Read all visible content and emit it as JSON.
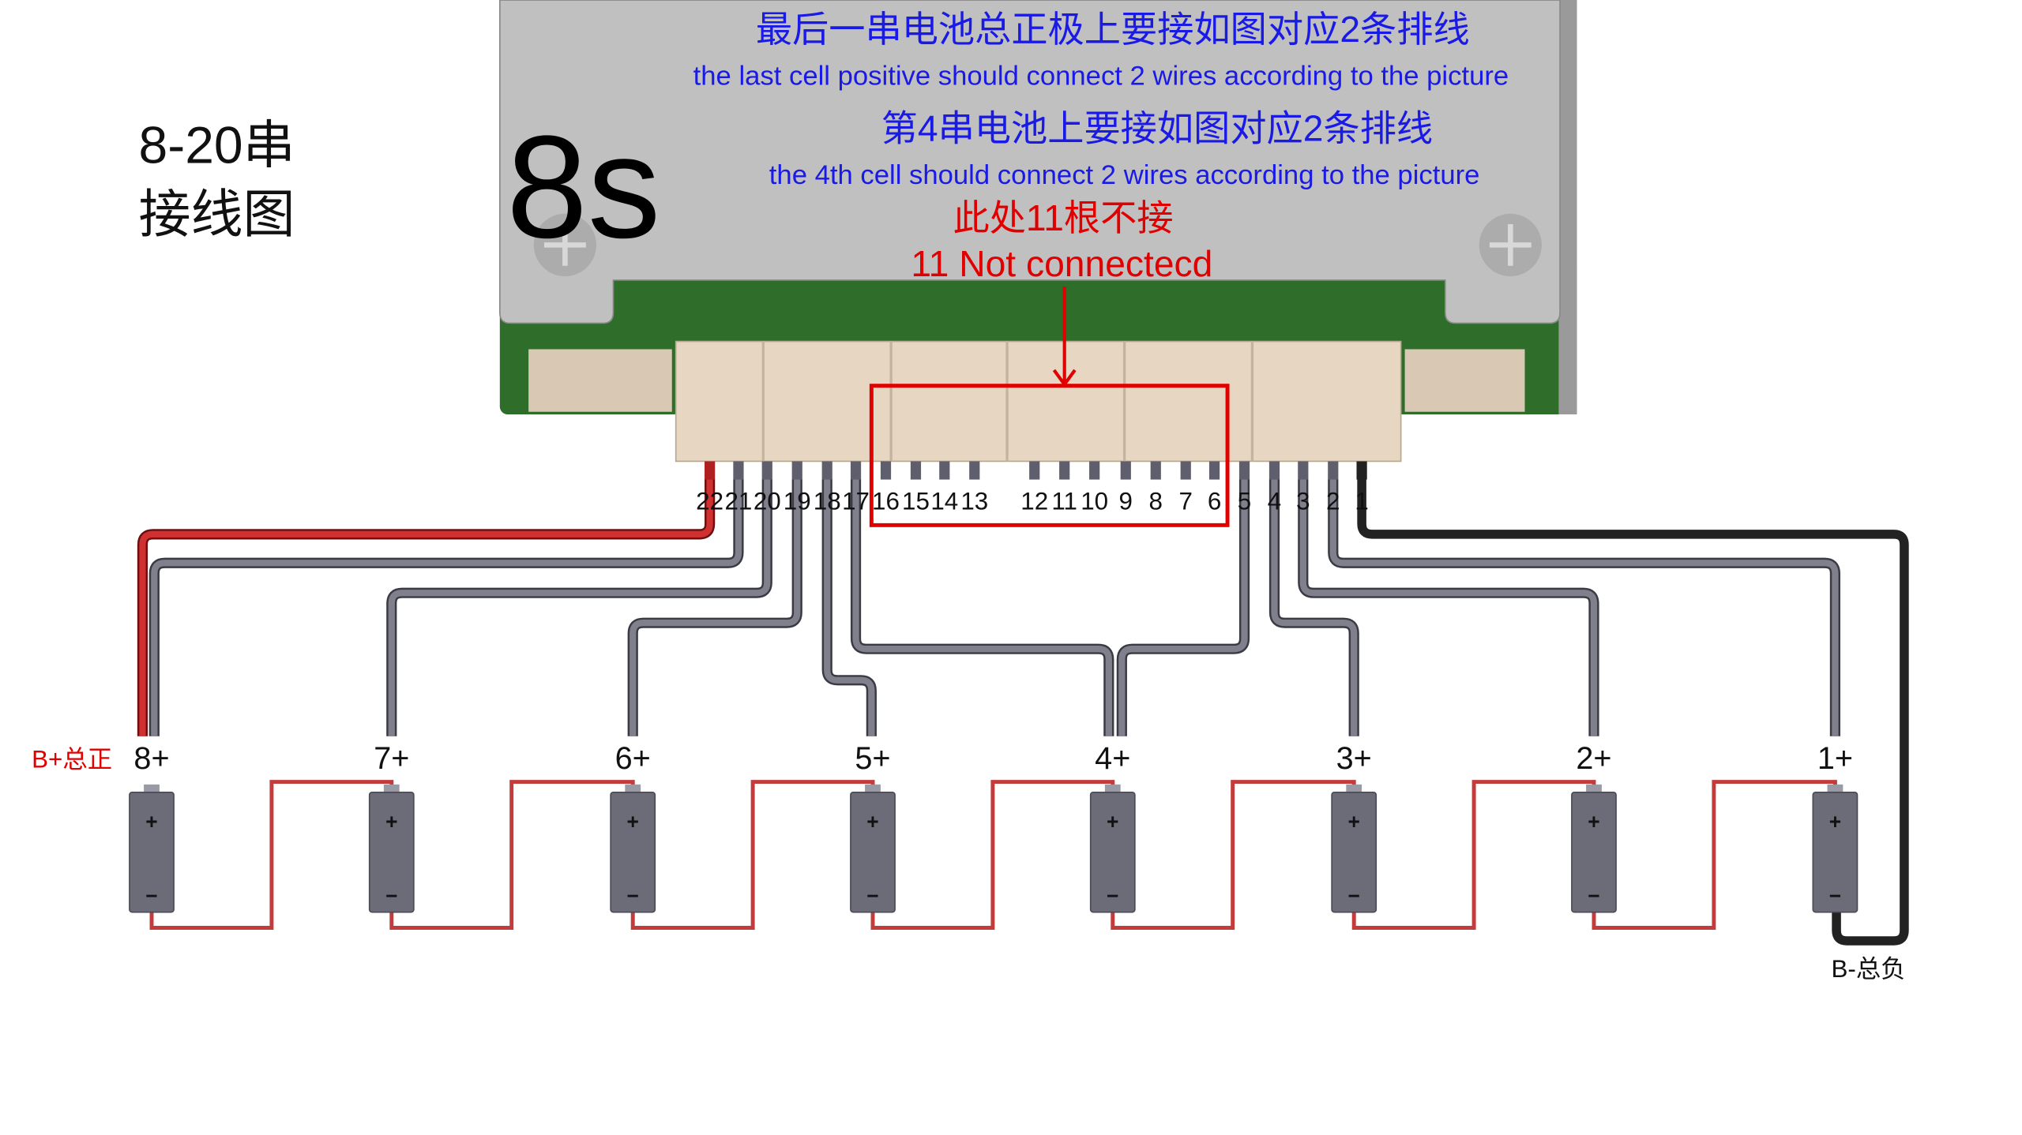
{
  "title": {
    "line1": "8-20串",
    "line2": "接线图"
  },
  "board": {
    "model": "8s",
    "note_cn_1": "最后一串电池总正极上要接如图对应2条排线",
    "note_en_1": "the last cell positive should connect 2 wires according to the picture",
    "note_cn_2": "第4串电池上要接如图对应2条排线",
    "note_en_2": "the 4th cell should connect 2 wires according to the picture",
    "warn_cn": "此处11根不接",
    "warn_en": "11 Not connectecd"
  },
  "pins": [
    "22",
    "21",
    "20",
    "19",
    "18",
    "17",
    "16",
    "15",
    "14",
    "13",
    "12",
    "11",
    "10",
    "9",
    "8",
    "7",
    "6",
    "5",
    "4",
    "3",
    "2",
    "1"
  ],
  "batteries": [
    "8+",
    "7+",
    "6+",
    "5+",
    "4+",
    "3+",
    "2+",
    "1+"
  ],
  "battery_terminals": {
    "plus": "+",
    "minus": "−"
  },
  "labels": {
    "b_plus": "B+总正",
    "b_minus": "B-总负"
  },
  "colors": {
    "blue_text": "#1a1ae6",
    "red_text": "#e00000",
    "board_gray": "#bdbdbd",
    "pcb_green": "#2f6e2a",
    "battery": "#6c6c78"
  }
}
